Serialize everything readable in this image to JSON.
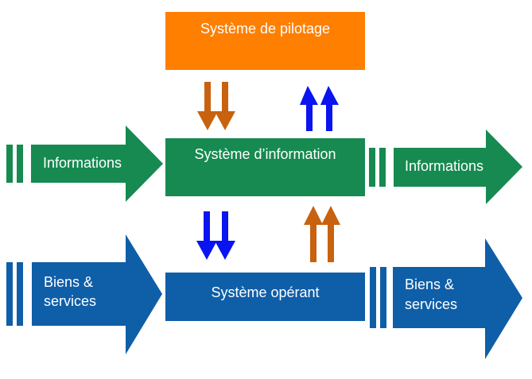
{
  "boxes": {
    "pilotage": "Système de pilotage",
    "information": "Système d’information",
    "operant": "Système opérant"
  },
  "flows": {
    "info_in": "Informations",
    "info_out": "Informations",
    "goods_in": [
      "Biens &",
      "services"
    ],
    "goods_out": [
      "Biens &",
      "services"
    ]
  },
  "colors": {
    "orange": "#FF7F00",
    "green": "#168A50",
    "blue": "#0F5EA8",
    "arrow_brown": "#C8620E",
    "arrow_blue": "#0A14F0"
  }
}
